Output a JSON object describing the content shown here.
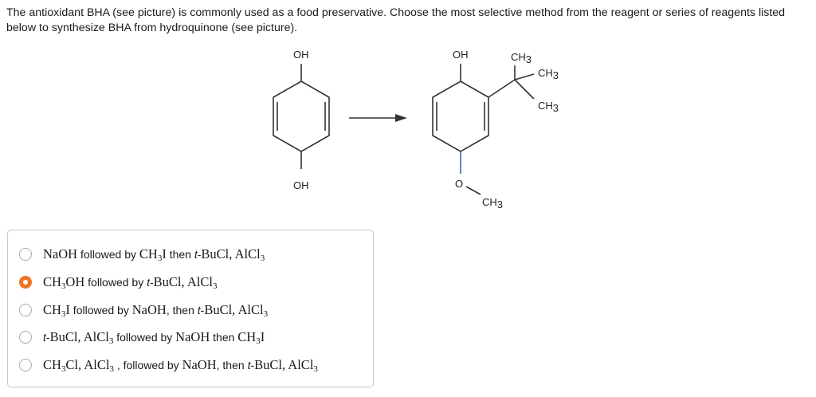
{
  "question": {
    "text": "The antioxidant BHA (see picture) is commonly used as a food preservative. Choose the most selective method from the reagent or series of reagents listed below to synthesize BHA from hydroquinone (see picture)."
  },
  "scheme": {
    "reactant_top": "OH",
    "reactant_bottom": "OH",
    "product_top": "OH",
    "product_o": "O",
    "product_methoxy": "CH",
    "tbu_1": "CH",
    "tbu_2": "CH",
    "tbu_3": "CH",
    "sub3": "3"
  },
  "options": [
    {
      "selected": false,
      "parts": [
        {
          "t": "NaOH",
          "f": true
        },
        {
          "t": " followed by "
        },
        {
          "t": "CH",
          "f": true
        },
        {
          "t": "3",
          "s": true
        },
        {
          "t": "I",
          "f": true
        },
        {
          "t": " then "
        },
        {
          "t": "t",
          "i": true
        },
        {
          "t": "-"
        },
        {
          "t": "BuCl, AlCl",
          "f": true
        },
        {
          "t": "3",
          "s": true
        }
      ]
    },
    {
      "selected": true,
      "parts": [
        {
          "t": "CH",
          "f": true
        },
        {
          "t": "3",
          "s": true
        },
        {
          "t": "OH",
          "f": true
        },
        {
          "t": " followed by "
        },
        {
          "t": "t",
          "i": true
        },
        {
          "t": "-"
        },
        {
          "t": "BuCl, AlCl",
          "f": true
        },
        {
          "t": "3",
          "s": true
        }
      ]
    },
    {
      "selected": false,
      "parts": [
        {
          "t": "CH",
          "f": true
        },
        {
          "t": "3",
          "s": true
        },
        {
          "t": "I",
          "f": true
        },
        {
          "t": " followed by "
        },
        {
          "t": "NaOH",
          "f": true
        },
        {
          "t": ", then "
        },
        {
          "t": "t",
          "i": true
        },
        {
          "t": "-"
        },
        {
          "t": "BuCl, AlCl",
          "f": true
        },
        {
          "t": "3",
          "s": true
        }
      ]
    },
    {
      "selected": false,
      "parts": [
        {
          "t": "t",
          "i": true
        },
        {
          "t": "-"
        },
        {
          "t": "BuCl, AlCl",
          "f": true
        },
        {
          "t": "3",
          "s": true
        },
        {
          "t": " followed by "
        },
        {
          "t": "NaOH",
          "f": true
        },
        {
          "t": " then "
        },
        {
          "t": "CH",
          "f": true
        },
        {
          "t": "3",
          "s": true
        },
        {
          "t": "I",
          "f": true
        }
      ]
    },
    {
      "selected": false,
      "parts": [
        {
          "t": "CH",
          "f": true
        },
        {
          "t": "3",
          "s": true
        },
        {
          "t": "Cl, AlCl",
          "f": true
        },
        {
          "t": "3",
          "s": true
        },
        {
          "t": " , followed by "
        },
        {
          "t": "NaOH",
          "f": true
        },
        {
          "t": ", then "
        },
        {
          "t": "t",
          "i": true
        },
        {
          "t": "-"
        },
        {
          "t": "BuCl, AlCl",
          "f": true
        },
        {
          "t": "3",
          "s": true
        }
      ]
    }
  ]
}
